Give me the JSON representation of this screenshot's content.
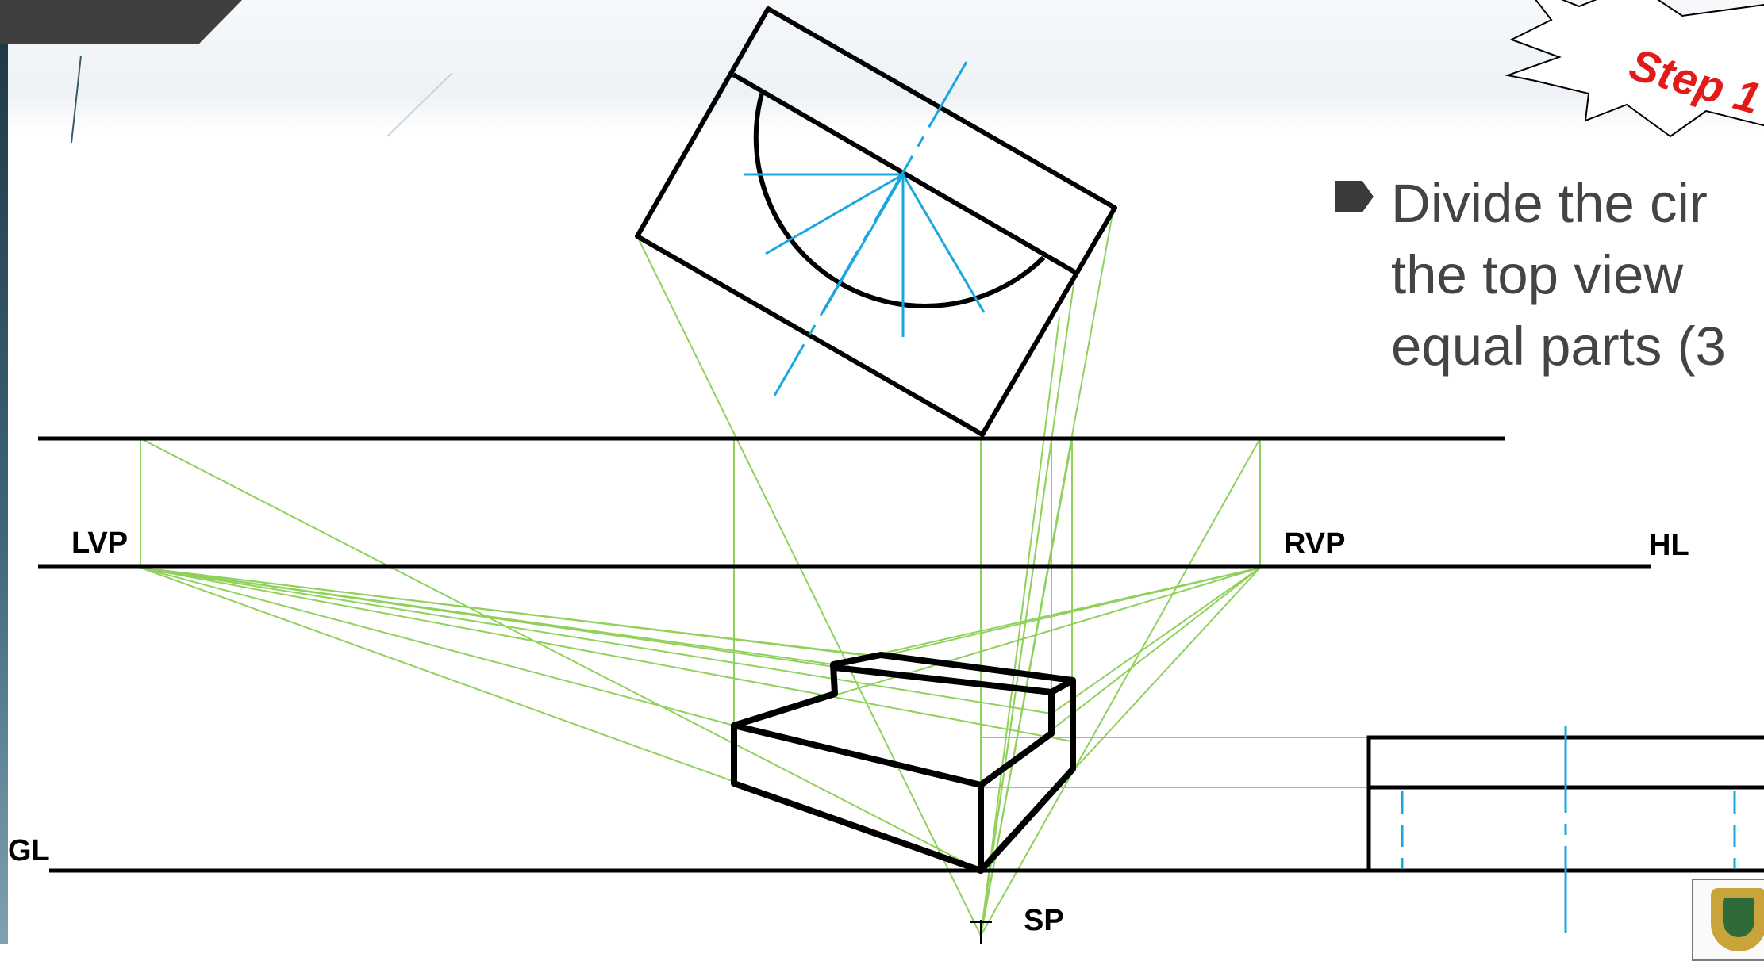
{
  "labels": {
    "lvp": "LVP",
    "rvp": "RVP",
    "hl": "HL",
    "gl": "GL",
    "sp": "SP"
  },
  "burst": {
    "text": "Step 1"
  },
  "bullet": {
    "lines": [
      "Divide the cir",
      "the top view",
      "equal parts (3"
    ]
  },
  "colors": {
    "construction": "#8fd15a",
    "centerline": "#1aa7e0",
    "object": "#000000",
    "step_text": "#e31a1a",
    "bullet_text": "#444444"
  },
  "icons": {
    "bullet": "arrow-bullet-icon",
    "logo": "coat-of-arms-icon"
  }
}
